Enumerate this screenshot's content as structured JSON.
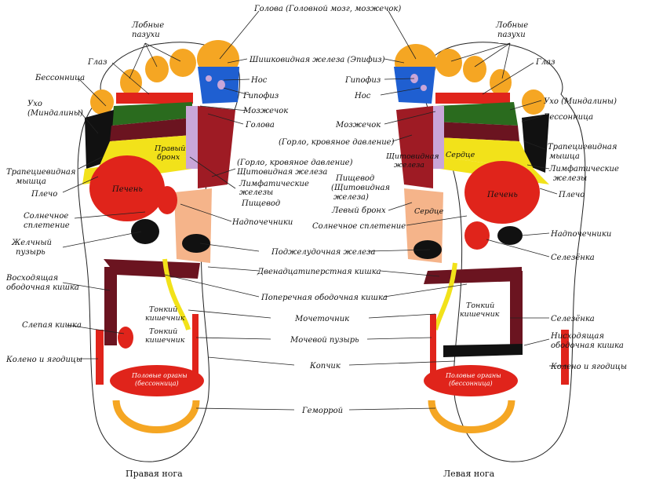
{
  "captions": {
    "right_foot": "Правая нога",
    "left_foot": "Левая нога"
  },
  "center": {
    "head": "Голова (Головной мозг, мозжечок)",
    "pineal": "Шишковидная железа (Эпифиз)",
    "pancreas": "Поджелудочная железа",
    "duodenum": "Двенадцатиперстная кишка",
    "transverse_colon": "Поперечная ободочная кишка",
    "ureter": "Мочеточник",
    "bladder": "Мочевой пузырь",
    "coccyx": "Копчик",
    "hemorrhoid": "Геморрой",
    "throat_pressure": "(Горло, кровяное давление)"
  },
  "right_foot": {
    "frontal_sinuses": [
      "Лобные",
      "пазухи"
    ],
    "eye": "Глаз",
    "insomnia": "Бессонница",
    "ear": [
      "Ухо",
      "(Миндалины)"
    ],
    "trapezius": [
      "Трапециевидная",
      "мышца"
    ],
    "shoulder": "Плечо",
    "solar_plexus": [
      "Солнечное",
      "сплетение"
    ],
    "gallbladder": [
      "Желчный",
      "пузырь"
    ],
    "ascending_colon": [
      "Восходящая",
      "ободочная кишка"
    ],
    "cecum": "Слепая кишка",
    "knee": "Колено и ягодицы",
    "nose": "Нос",
    "pituitary": "Гипофиз",
    "cerebellum": "Мозжечок",
    "head": "Голова",
    "right_bronchus": [
      "Правый",
      "бронх"
    ],
    "throat_thyroid": [
      "(Горло, кровяное давление)",
      "Щитовидная железа"
    ],
    "lymph": [
      "Лимфатические",
      "железы"
    ],
    "esophagus": "Пищевод",
    "adrenal": "Надпочечники",
    "liver": "Печень",
    "small_intestine": [
      "Тонкий",
      "кишечник"
    ],
    "genitals": [
      "Половые органы",
      "(бессонница)"
    ]
  },
  "left_foot": {
    "frontal_sinuses": [
      "Лобные",
      "пазухи"
    ],
    "eye": "Глаз",
    "pituitary": "Гипофиз",
    "nose": "Нос",
    "ear": "Ухо (Миндалины)",
    "insomnia": "Бессонница",
    "cerebellum": "Мозжечок",
    "trapezius": [
      "Трапециевидная",
      "мышца"
    ],
    "lymph": [
      "Лимфатические",
      "железы"
    ],
    "shoulder": "Плечо",
    "thyroid": [
      "Щитовидная",
      "железа"
    ],
    "esophagus": [
      "Пищевод",
      "(Щитовидная",
      "железа)"
    ],
    "left_bronchus": "Левый бронх",
    "solar_plexus": "Солнечное сплетение",
    "adrenal": "Надпочечники",
    "spleen": "Селезёнка",
    "spleen2": "Селезёнка",
    "descending_colon": [
      "Нисходящая",
      "ободочная кишка"
    ],
    "knee": "Колено и ягодицы",
    "heart": "Сердце",
    "heart2": "Сердце",
    "liver": "Печень",
    "small_intestine": [
      "Тонкий",
      "кишечник"
    ],
    "genitals": [
      "Половые органы",
      "(бессонница)"
    ]
  },
  "colors": {
    "orange": "#f5a623",
    "blue": "#1f5fd1",
    "red": "#e0241b",
    "darkred": "#9e1b24",
    "maroon": "#6b1420",
    "green": "#2a6b1e",
    "yellow": "#f2e21a",
    "salmon": "#f5b48a",
    "lilac": "#c9a6d8",
    "black": "#111111"
  }
}
